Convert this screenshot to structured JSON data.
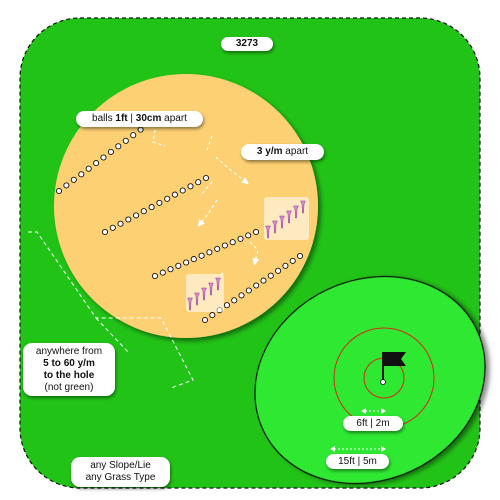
{
  "drill_id": "3273",
  "spacing_label": {
    "prefix": "balls ",
    "feet": "1ft",
    "separator": " | ",
    "cm": "30cm",
    "suffix": " apart"
  },
  "row_gap_label": {
    "value": "3 y/m",
    "suffix": " apart"
  },
  "distance_label": {
    "line1": "anywhere from",
    "line2": "5 to 60 y/m",
    "line3": "to the hole",
    "line4": "(not green)"
  },
  "lie_label": {
    "line1": "any Slope/Lie",
    "line2": "any Grass Type"
  },
  "inner_radius_label": "6ft | 2m",
  "outer_radius_label": "15ft | 5m",
  "colors": {
    "fairway": "#22c317",
    "fairway_edge": "#111111",
    "bunker": "#fdd173",
    "green": "#2de830",
    "flag": "#111111",
    "circle": "#d62a1c",
    "arrow": "#ffffff",
    "tee": "#d98ad8"
  },
  "icons": {
    "flag": "flag-icon",
    "ball": "golf-ball-icon",
    "tee": "tee-icon"
  }
}
